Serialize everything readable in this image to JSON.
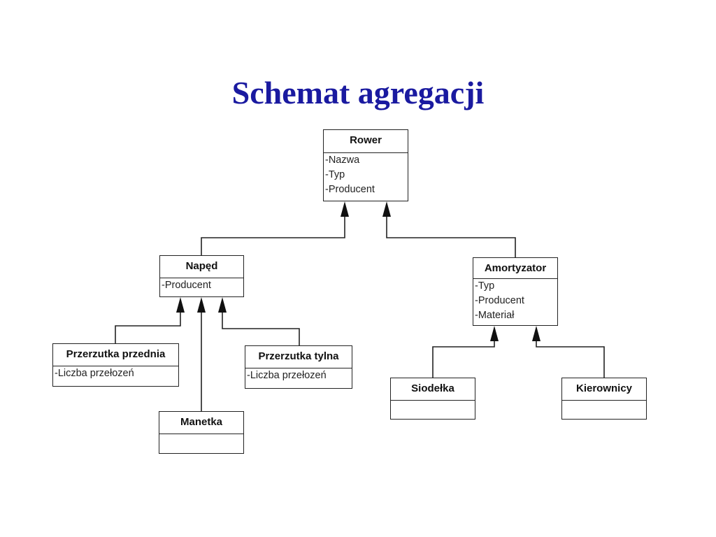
{
  "title": "Schemat agregacji",
  "colors": {
    "title": "#1a1aa0",
    "line": "#222222"
  },
  "classes": {
    "rower": {
      "name": "Rower",
      "attributes": [
        "-Nazwa",
        "-Typ",
        "-Producent"
      ]
    },
    "naped": {
      "name": "Napęd",
      "attributes": [
        "-Producent"
      ]
    },
    "amortyzator": {
      "name": "Amortyzator",
      "attributes": [
        "-Typ",
        "-Producent",
        "-Materiał"
      ]
    },
    "przerzutka_przednia": {
      "name": "Przerzutka przednia",
      "attributes": [
        "-Liczba przełozeń"
      ]
    },
    "przerzutka_tylna": {
      "name": "Przerzutka tylna",
      "attributes": [
        "-Liczba przełozeń"
      ]
    },
    "manetka": {
      "name": "Manetka",
      "attributes": []
    },
    "siodelka": {
      "name": "Siodełka",
      "attributes": []
    },
    "kierownicy": {
      "name": "Kierownicy",
      "attributes": []
    }
  },
  "relations": [
    {
      "from": "naped",
      "to": "rower"
    },
    {
      "from": "amortyzator",
      "to": "rower"
    },
    {
      "from": "przerzutka_przednia",
      "to": "naped"
    },
    {
      "from": "manetka",
      "to": "naped"
    },
    {
      "from": "przerzutka_tylna",
      "to": "naped"
    },
    {
      "from": "siodelka",
      "to": "amortyzator"
    },
    {
      "from": "kierownicy",
      "to": "amortyzator"
    }
  ]
}
